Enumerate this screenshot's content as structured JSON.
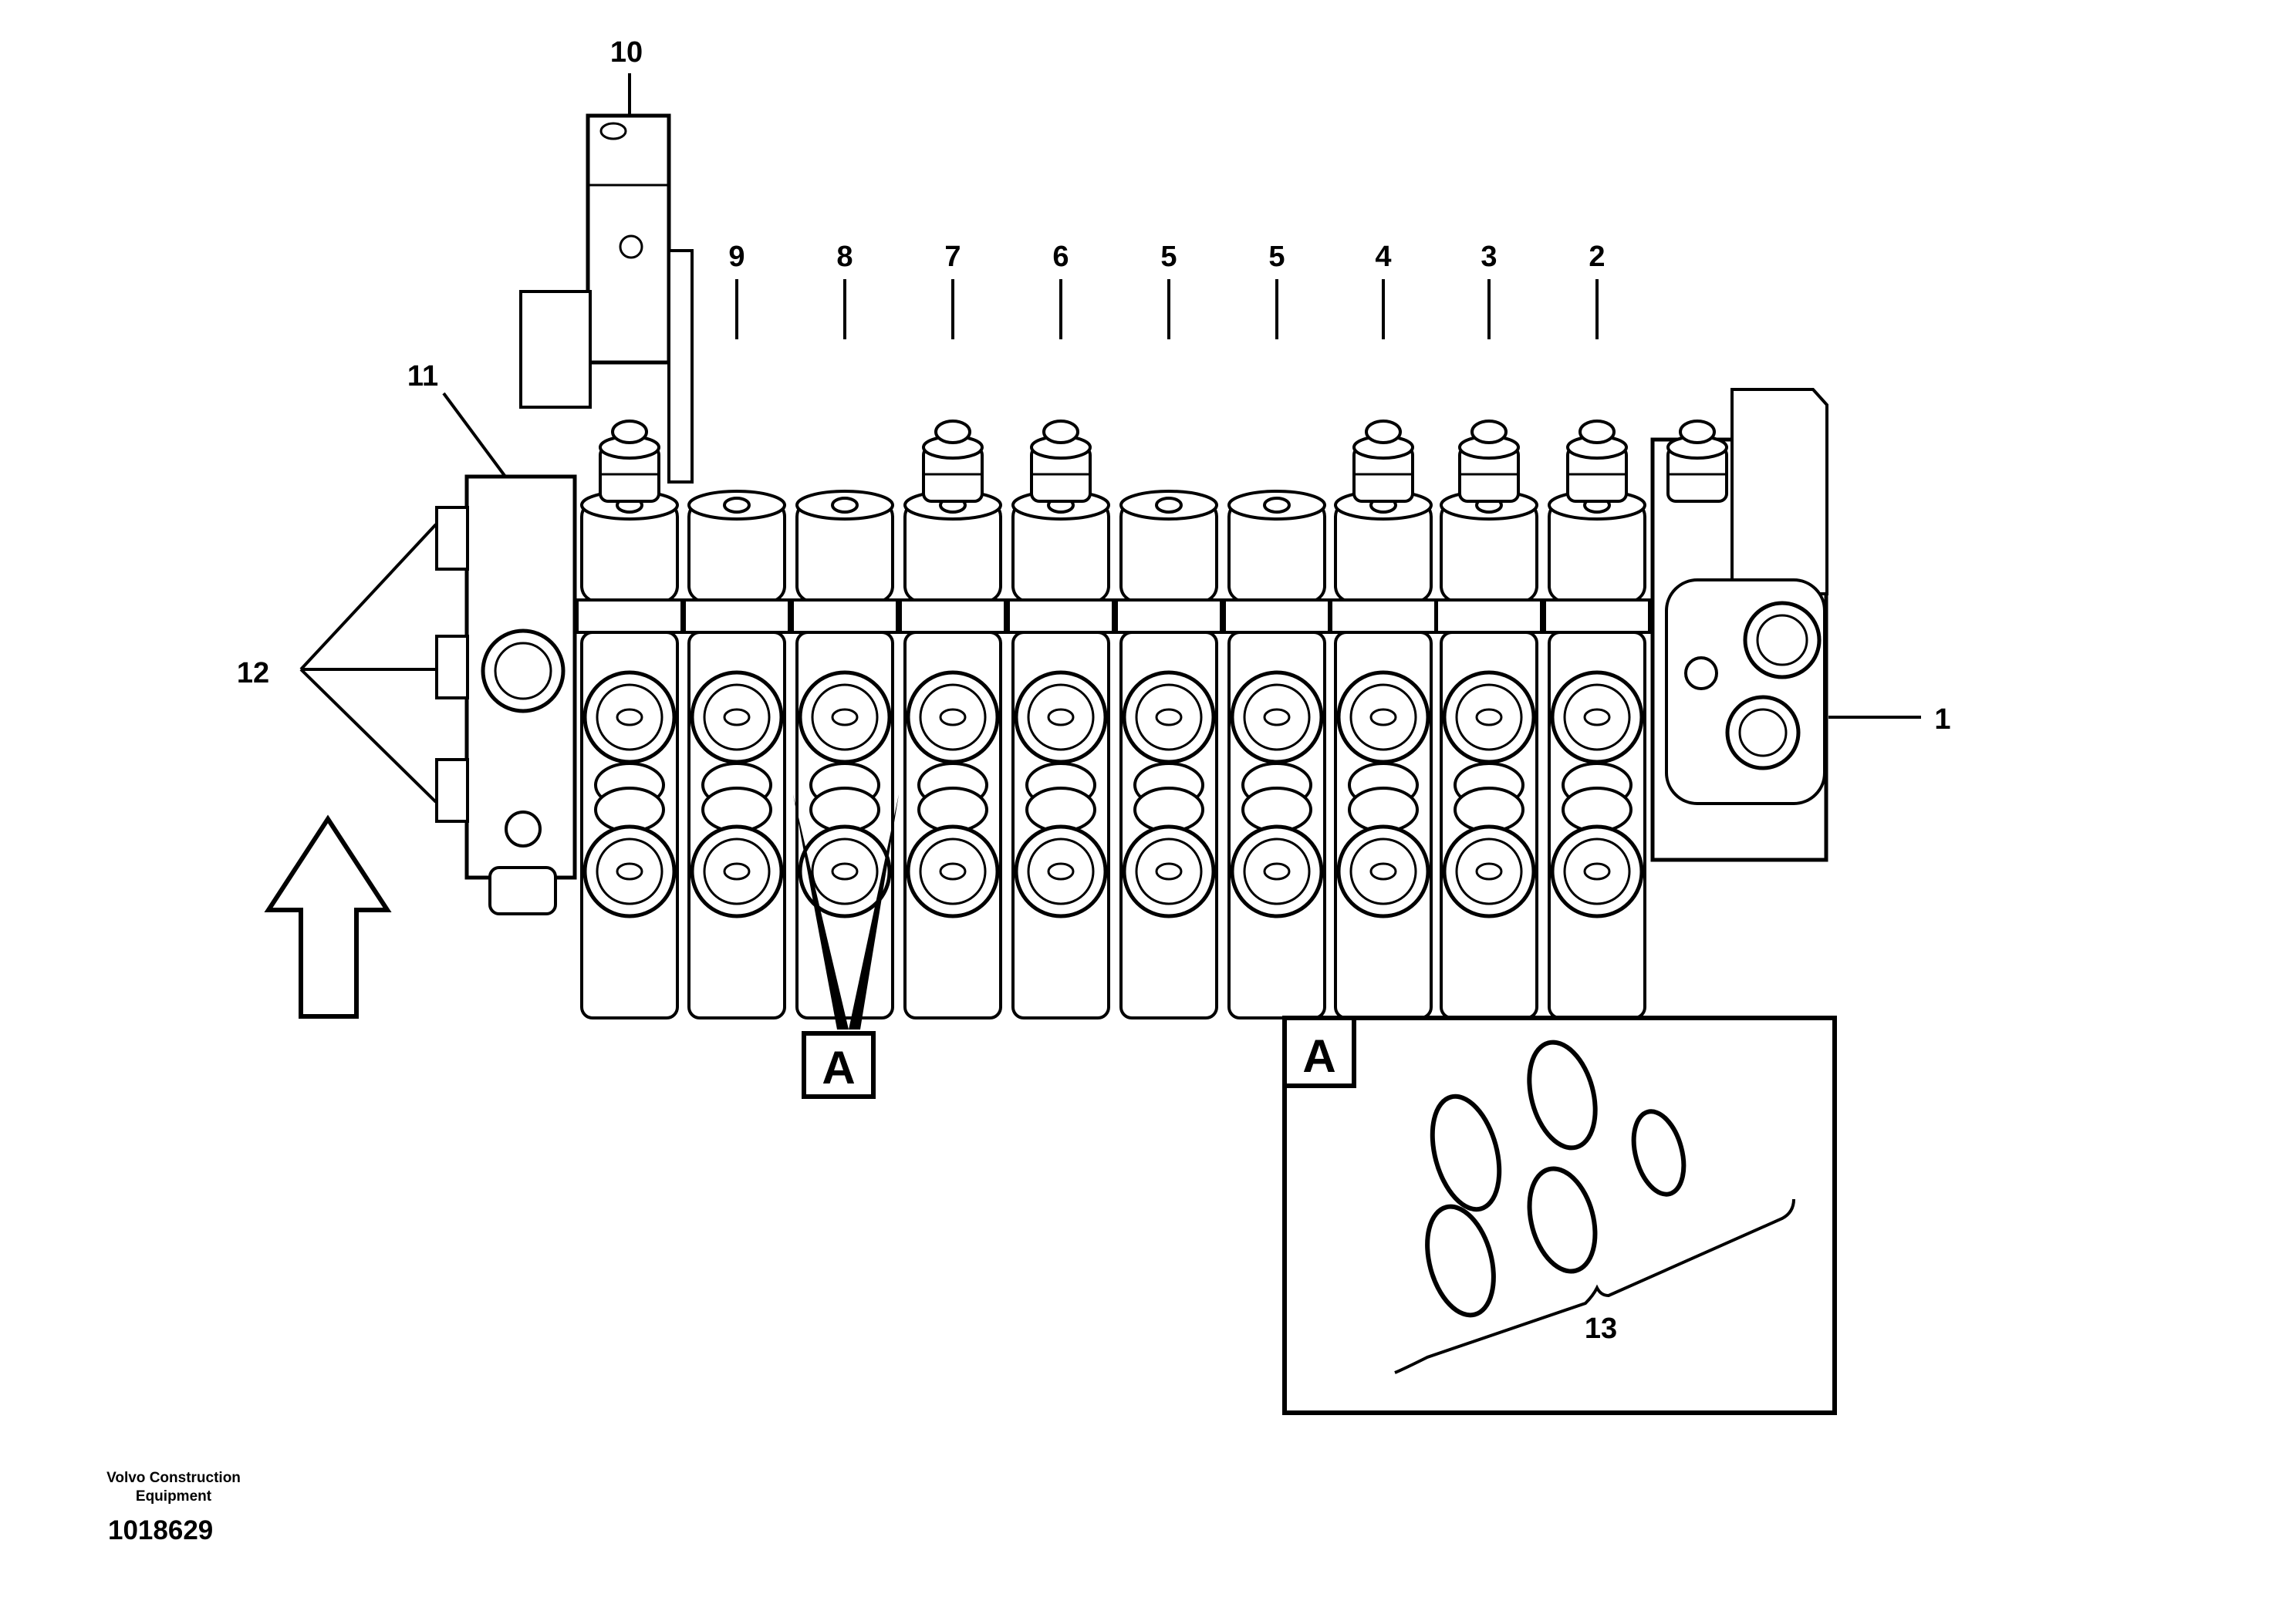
{
  "callouts": {
    "c1": "1",
    "c2": "2",
    "c3": "3",
    "c4": "4",
    "c5a": "5",
    "c5b": "5",
    "c6": "6",
    "c7": "7",
    "c8": "8",
    "c9": "9",
    "c10": "10",
    "c11": "11",
    "c12": "12",
    "c13": "13"
  },
  "detail_ref": "A",
  "detail_box_label": "A",
  "footer": {
    "company_line1": "Volvo Construction",
    "company_line2": "Equipment",
    "drawing_number": "1018629"
  }
}
